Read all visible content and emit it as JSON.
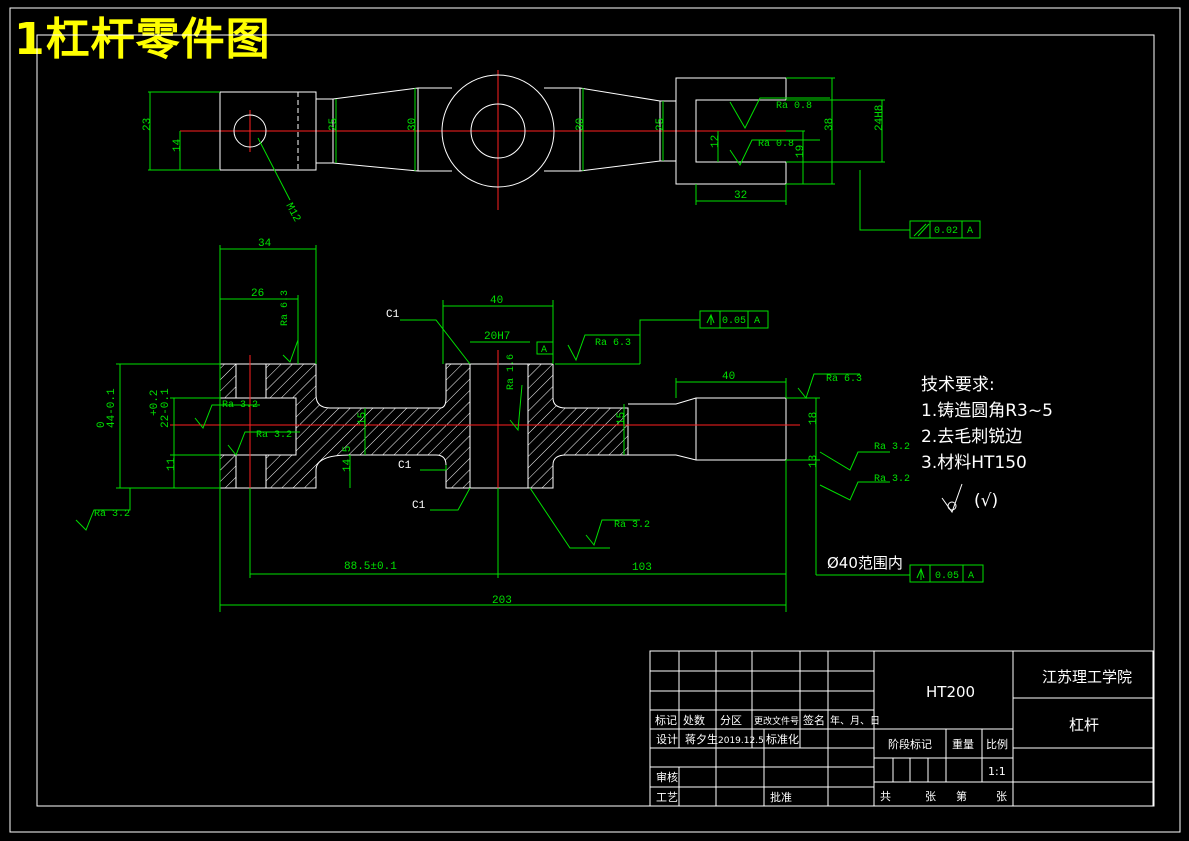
{
  "title": "1杠杆零件图",
  "top_view": {
    "dims": [
      "23",
      "14",
      "25",
      "30",
      "30",
      "25",
      "12",
      "19",
      "38",
      "24H8",
      "32"
    ],
    "thread": "M12",
    "rough_1": "Ra 0.8",
    "rough_2": "Ra 0.8",
    "parallel_tol": {
      "value": "0.02",
      "datum": "A"
    }
  },
  "front_view": {
    "dims": {
      "d34": "34",
      "d26": "26",
      "d40a": "40",
      "d20h7": "20H7",
      "d40b": "40",
      "d15a": "15",
      "d15b": "15",
      "d18": "18",
      "d13": "13",
      "d145": "14.5",
      "d11": "11",
      "d44": "44-0.1",
      "d44t": "0",
      "d22": "22-0.1",
      "d22t": "+0.2",
      "d885": "88.5±0.1",
      "d103": "103",
      "d203": "203"
    },
    "chamfers": [
      "C1",
      "C1",
      "C1"
    ],
    "datum": "A",
    "roughness": [
      "Ra 6.3",
      "Ra 3.2",
      "Ra 3.2",
      "Ra 1.6",
      "Ra 6.3",
      "Ra 6.3",
      "Ra 3.2",
      "Ra 3.2",
      "Ra 3.2",
      "Ra 3.2"
    ],
    "runout_top": {
      "value": "0.05",
      "datum": "A"
    },
    "runout_bottom": {
      "prefix": "Ø40范围内",
      "value": "0.05",
      "datum": "A"
    }
  },
  "tech_req": {
    "heading": "技术要求:",
    "items": [
      "1.铸造圆角R3~5",
      "2.去毛刺锐边",
      "3.材料HT150"
    ],
    "symbol": "(√)"
  },
  "title_block": {
    "material": "HT200",
    "school": "江苏理工学院",
    "part_name": "杠杆",
    "row_labels": [
      "标记",
      "处数",
      "分区",
      "更改文件号",
      "签名",
      "年、月、日"
    ],
    "design_label": "设计",
    "designer": "蒋夕生",
    "date": "2019.12.5",
    "std_label": "标准化",
    "review_label": "审核",
    "process_label": "工艺",
    "approve_label": "批准",
    "stage_label": "阶段标记",
    "weight_label": "重量",
    "scale_label": "比例",
    "scale": "1:1",
    "sheet_total_label": "共",
    "sheet_zhang1": "张",
    "sheet_no_label": "第",
    "sheet_zhang2": "张"
  },
  "colors": {
    "outline": "#ffffff",
    "dimension": "#00e000",
    "centerline": "#ff2020",
    "title": "#ffff00"
  }
}
